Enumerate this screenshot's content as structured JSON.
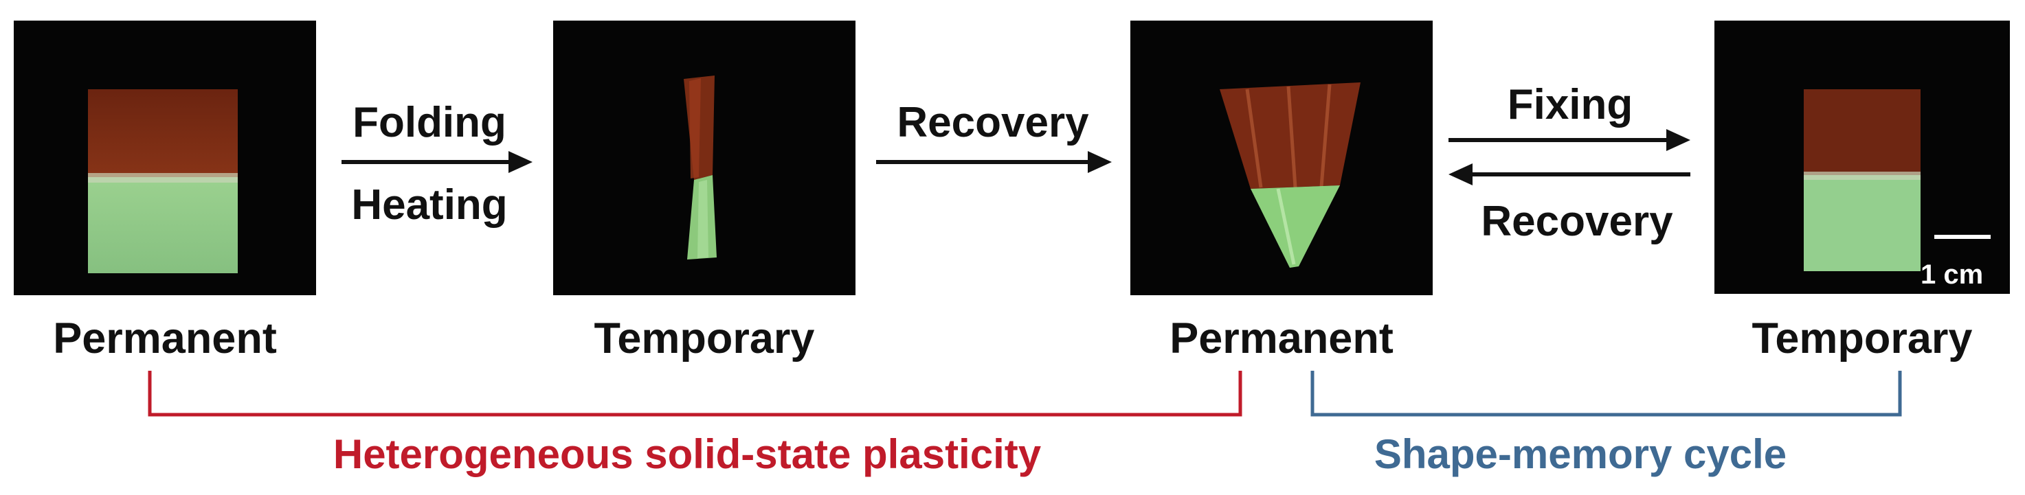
{
  "steps": {
    "folding": "Folding",
    "heating": "Heating",
    "recovery_1": "Recovery",
    "fixing": "Fixing",
    "recovery_2": "Recovery"
  },
  "captions": {
    "permanent_1": "Permanent",
    "temporary_1": "Temporary",
    "permanent_2": "Permanent",
    "temporary_2": "Temporary"
  },
  "scale_bar": {
    "label": "1 cm"
  },
  "brackets": {
    "plasticity": {
      "label": "Heterogeneous solid-state plasticity",
      "color": "#c01b2a"
    },
    "shape_memory": {
      "label": "Shape-memory cycle",
      "color": "#3f6a93"
    }
  },
  "colors": {
    "photo_background": "#050505",
    "film_red": "#7a2a14",
    "film_green": "#93c98c",
    "arrow": "#111111"
  }
}
